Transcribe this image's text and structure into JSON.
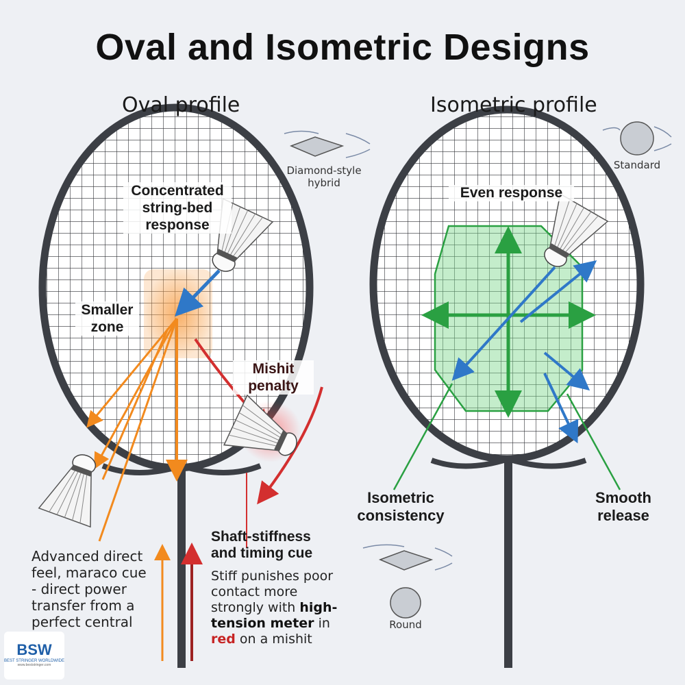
{
  "title": "Oval and Isometric Designs",
  "left": {
    "subtitle": "Oval profile",
    "hybrid_label": "Diamond-style hybrid",
    "concentrated_label": "Concentrated string-bed response",
    "zone_label": "Smaller zone",
    "mishit_label": "Mishit penalty",
    "advanced_text": "Advanced direct feel, maraco cue - direct power transfer from a perfect central",
    "shaft_title": "Shaft-stiffness and timing cue",
    "shaft_text_1": "Stiff punishes poor contact more strongly with",
    "shaft_text_bold": "high-tension meter",
    "shaft_text_2": "in",
    "shaft_text_red": "red",
    "shaft_text_3": "on a mishit"
  },
  "right": {
    "subtitle": "Isometric profile",
    "standard_label": "Standard",
    "even_label": "Even response",
    "consistency_label": "Isometric consistency",
    "release_label": "Smooth release",
    "round_label": "Round"
  },
  "logo": {
    "text": "BSW",
    "tagline": "BEST STRINGER WORLDWIDE",
    "url": "www.beststringer.com"
  },
  "colors": {
    "frame": "#3c3f45",
    "orange": "#f28a1e",
    "green": "#2aa042",
    "blue": "#2f78c8",
    "red": "#d32f2f"
  }
}
